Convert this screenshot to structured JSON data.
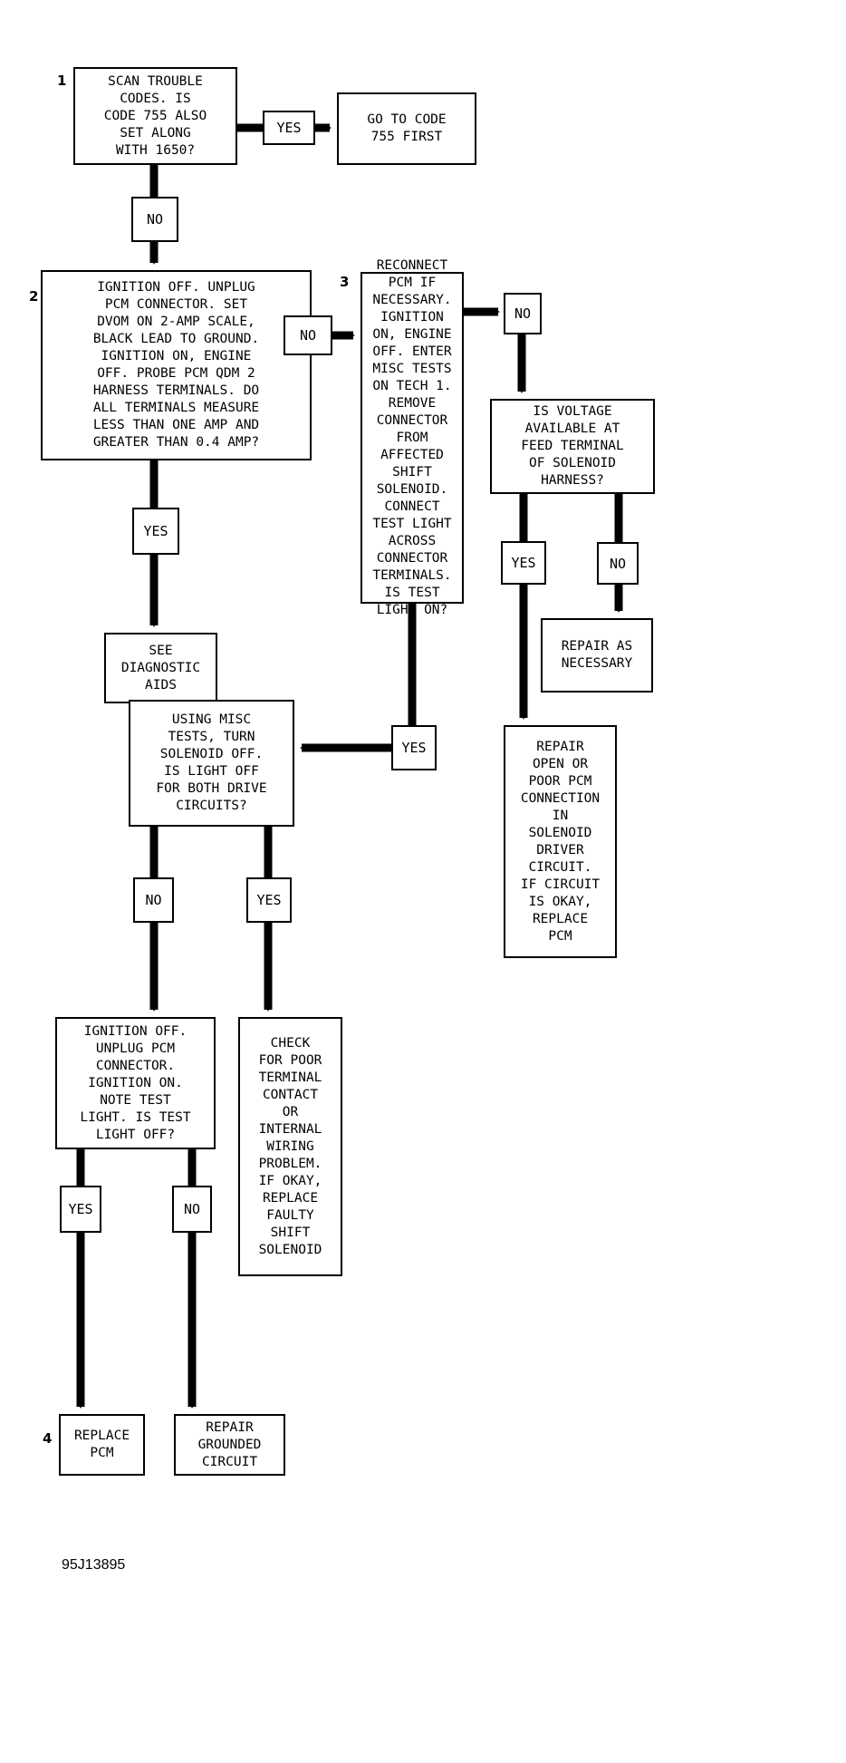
{
  "steps": {
    "step1": {
      "num": "1",
      "text": "SCAN TROUBLE\nCODES. IS\nCODE 755 ALSO\nSET ALONG\nWITH 1650?"
    },
    "goto755": {
      "text": "GO TO CODE\n755 FIRST"
    },
    "step2": {
      "num": "2",
      "text": "IGNITION OFF. UNPLUG\nPCM CONNECTOR. SET\nDVOM ON 2-AMP SCALE,\nBLACK LEAD TO GROUND.\nIGNITION ON, ENGINE\nOFF. PROBE PCM QDM 2\nHARNESS TERMINALS. DO\nALL TERMINALS MEASURE\nLESS THAN ONE AMP AND\nGREATER THAN 0.4 AMP?"
    },
    "diag_aids": {
      "text": "SEE\nDIAGNOSTIC\nAIDS"
    },
    "step3": {
      "num": "3",
      "text": "RECONNECT\nPCM IF\nNECESSARY.\nIGNITION\nON, ENGINE\nOFF. ENTER\nMISC TESTS\nON TECH 1.\nREMOVE\nCONNECTOR\nFROM\nAFFECTED\nSHIFT\nSOLENOID.\nCONNECT\nTEST LIGHT\nACROSS\nCONNECTOR\nTERMINALS.\nIS TEST\nLIGHT ON?"
    },
    "voltage": {
      "text": "IS VOLTAGE\nAVAILABLE AT\nFEED TERMINAL\nOF SOLENOID\nHARNESS?"
    },
    "repair_nec": {
      "text": "REPAIR AS\nNECESSARY"
    },
    "repair_open": {
      "text": "REPAIR\nOPEN OR\nPOOR PCM\nCONNECTION\nIN\nSOLENOID\nDRIVER\nCIRCUIT.\nIF CIRCUIT\nIS OKAY,\nREPLACE\nPCM"
    },
    "misc_tests": {
      "text": "USING MISC\nTESTS, TURN\nSOLENOID OFF.\nIS LIGHT OFF\nFOR BOTH DRIVE\nCIRCUITS?"
    },
    "ign_off": {
      "text": "IGNITION OFF.\nUNPLUG PCM\nCONNECTOR.\nIGNITION ON.\nNOTE TEST\nLIGHT. IS TEST\nLIGHT OFF?"
    },
    "check_poor": {
      "text": "CHECK\nFOR POOR\nTERMINAL\nCONTACT\nOR\nINTERNAL\nWIRING\nPROBLEM.\nIF OKAY,\nREPLACE\nFAULTY\nSHIFT\nSOLENOID"
    },
    "replace_pcm": {
      "num": "4",
      "text": "REPLACE\nPCM"
    },
    "repair_grounded": {
      "text": "REPAIR\nGROUNDED\nCIRCUIT"
    }
  },
  "labels": {
    "yes": "YES",
    "no": "NO"
  },
  "figure_id": "95J13895"
}
